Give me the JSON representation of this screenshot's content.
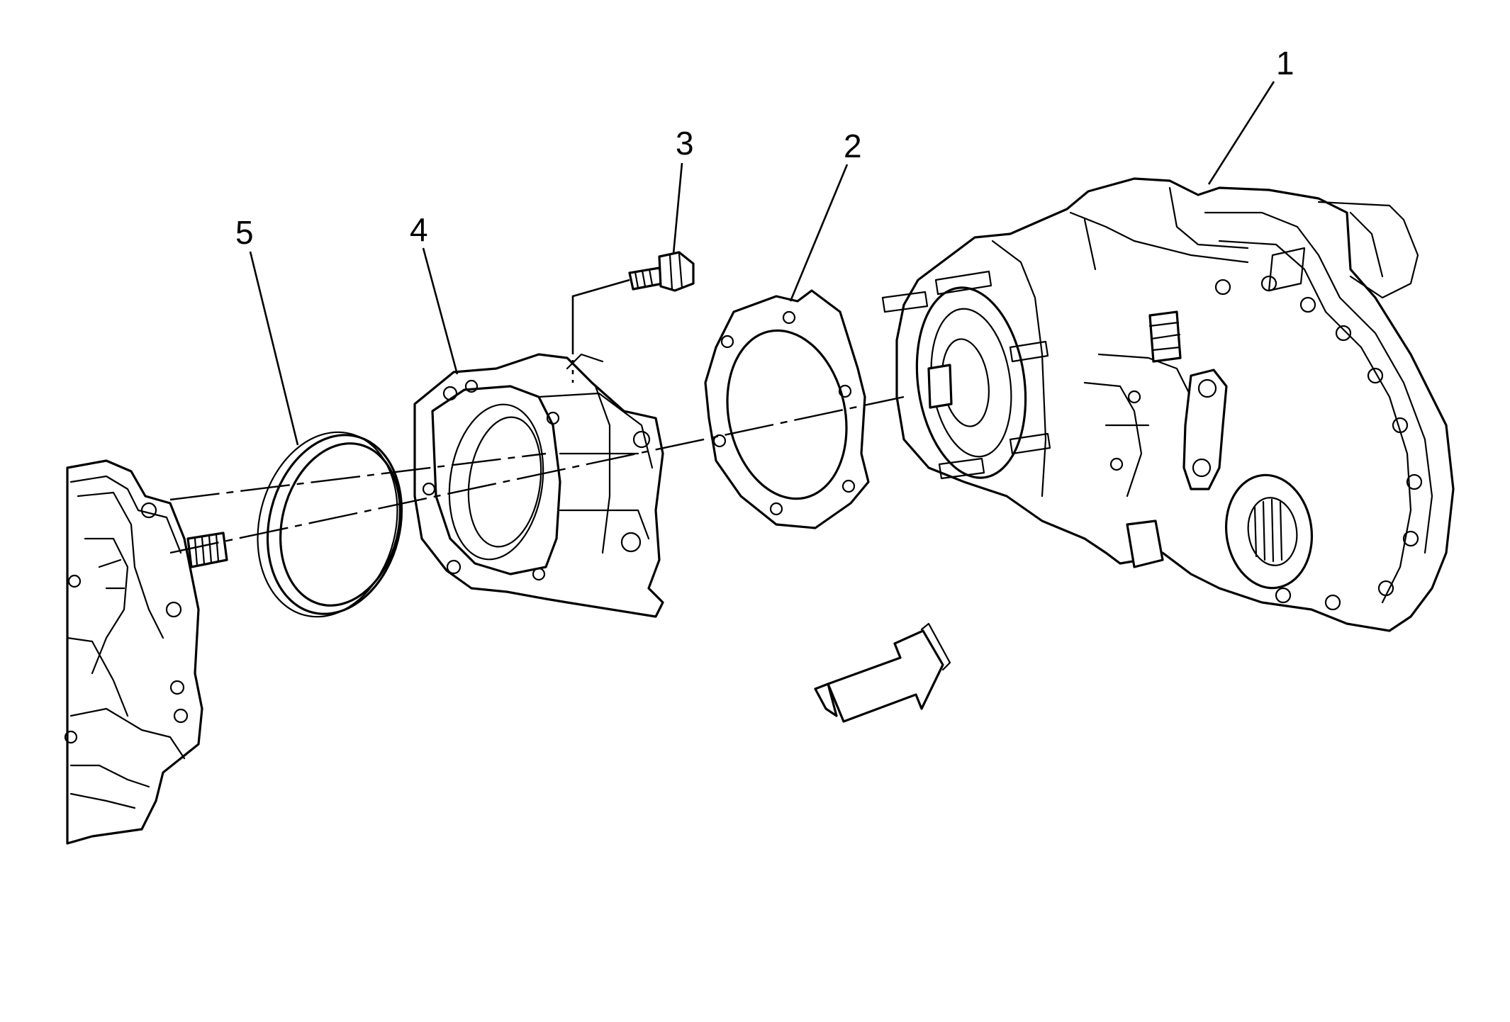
{
  "callouts": [
    {
      "id": "1",
      "label": "1",
      "part": "transfer-case"
    },
    {
      "id": "2",
      "label": "2",
      "part": "gasket"
    },
    {
      "id": "3",
      "label": "3",
      "part": "bolt"
    },
    {
      "id": "4",
      "label": "4",
      "part": "adapter"
    },
    {
      "id": "5",
      "label": "5",
      "part": "seal-ring"
    }
  ],
  "colors": {
    "ink": "#000000",
    "paper": "#ffffff"
  },
  "icons": {
    "direction_arrow": "front-direction-arrow-icon"
  }
}
